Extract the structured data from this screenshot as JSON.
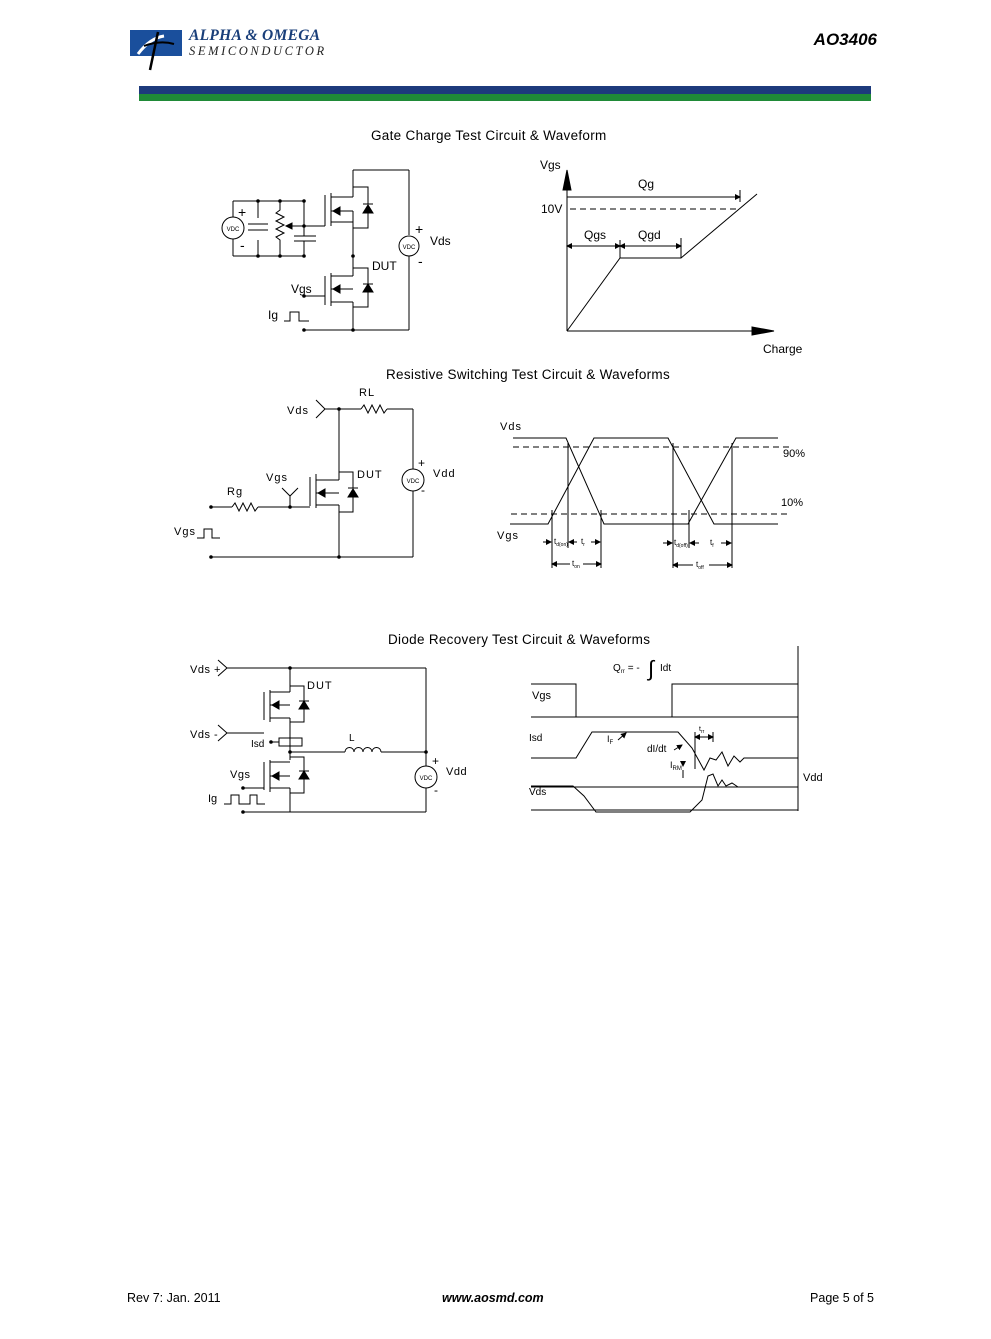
{
  "header": {
    "company_name": "ALPHA & OMEGA",
    "company_sub": "SEMICONDUCTOR",
    "part_number": "AO3406",
    "brand_color": "#1a4f9c",
    "band_colors": [
      "#1d3a7c",
      "#1f8a37"
    ]
  },
  "sections": {
    "gate_charge": {
      "title": "Gate Charge Test Circuit & Waveform",
      "circuit": {
        "vdc": "VDC",
        "plus": "+",
        "minus": "-",
        "vds": "Vds",
        "dut": "DUT",
        "vgs": "Vgs",
        "ig": "Ig"
      },
      "waveform": {
        "vgs": "Vgs",
        "qg": "Qg",
        "ten_v": "10V",
        "qgs": "Qgs",
        "qgd": "Qgd",
        "charge": "Charge"
      }
    },
    "resistive_switching": {
      "title": "Resistive Switching Test Circuit & Waveforms",
      "circuit": {
        "rl": "RL",
        "vds": "Vds",
        "dut": "DUT",
        "vgs": "Vgs",
        "rg": "Rg",
        "vgs_pulse": "Vgs",
        "vdd": "Vdd",
        "vdc": "VDC",
        "plus": "+",
        "minus": "-"
      },
      "waveform": {
        "vds": "Vds",
        "vgs": "Vgs",
        "p90": "90%",
        "p10": "10%",
        "td_on_main": "t",
        "td_on_sub": "d(on)",
        "tr_main": "t",
        "tr_sub": "r",
        "ton_main": "t",
        "ton_sub": "on",
        "td_off_main": "t",
        "td_off_sub": "d(off)",
        "tf_main": "t",
        "tf_sub": "f",
        "toff_main": "t",
        "toff_sub": "off"
      }
    },
    "diode_recovery": {
      "title": "Diode Recovery Test Circuit & Waveforms",
      "circuit": {
        "vds_plus": "Vds +",
        "dut": "DUT",
        "vds_minus": "Vds -",
        "isd": "Isd",
        "l": "L",
        "vgs": "Vgs",
        "vdd": "Vdd",
        "ig": "Ig",
        "vdc": "VDC",
        "plus": "+",
        "minus": "-"
      },
      "waveform": {
        "qrr_main": "Q",
        "qrr_sub": "rr",
        "qrr_rest": "= -",
        "qrr_int": "Idt",
        "vgs": "Vgs",
        "isd": "Isd",
        "if_main": "I",
        "if_sub": "F",
        "didt": "dI/dt",
        "trr_main": "t",
        "trr_sub": "rr",
        "irm_main": "I",
        "irm_sub": "RM",
        "vdd": "Vdd",
        "vds": "Vds"
      }
    }
  },
  "footer": {
    "rev": "Rev 7: Jan. 2011",
    "website": "www.aosmd.com",
    "page": "Page 5 of 5"
  }
}
